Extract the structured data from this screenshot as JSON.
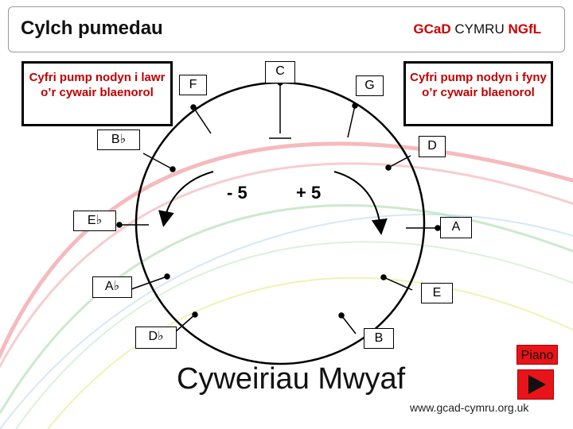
{
  "header": {
    "title": "Cylch pumedau",
    "brand_prefix": "GCa",
    "brand_d": "D",
    "brand_mid": " CYMRU ",
    "brand_ngfl": "NGfL"
  },
  "boxes": {
    "down_fifth": "Cyfri pump nodyn i lawr o’r cywair blaenorol",
    "up_fifth": "Cyfri pump nodyn i fyny o’r cywair blaenorol"
  },
  "keys": {
    "c": "C",
    "g": "G",
    "d": "D",
    "a": "A",
    "e": "E",
    "b": "B",
    "f": "F",
    "bflat": "B♭",
    "eflat": "E♭",
    "aflat": "A♭",
    "dflat": "D♭"
  },
  "operators": {
    "minus": "- 5",
    "plus": "+ 5"
  },
  "footer": {
    "label": "Cyweiriau Mwyaf"
  },
  "piano": {
    "label": "Piano"
  },
  "url": "www.gcad-cymru.org.uk",
  "colors": {
    "accent_red": "#cc0000",
    "box_text": "#c00000",
    "piano_red": "#e8141a"
  }
}
